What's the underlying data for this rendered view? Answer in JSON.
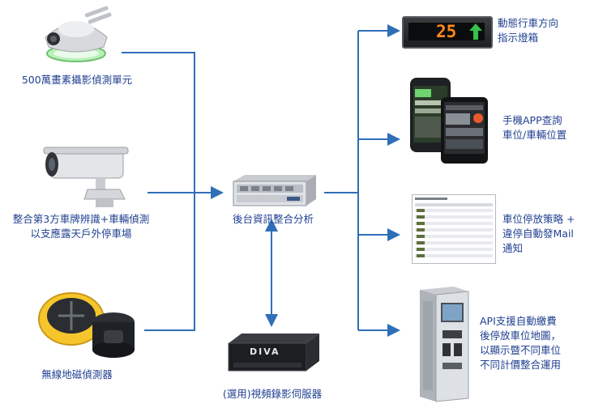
{
  "inputs": {
    "camera_5mp": "500萬畫素攝影偵測單元",
    "plate_recognition_line1": "整合第3方車牌辨識+車輛偵測",
    "plate_recognition_line2": "以支應露天戶外停車場",
    "wireless_sensor": "無線地磁偵測器"
  },
  "center": {
    "server": "後台資訊整合分析",
    "recorder": "(選用)視頻錄影伺服器",
    "recorder_brand": "DIVA"
  },
  "outputs": {
    "sign_line1": "動態行車方向",
    "sign_line2": "指示燈箱",
    "sign_display": "25",
    "app_line1": "手機APP查詢",
    "app_line2": "車位/車輛位置",
    "policy_line1": "車位停放策略 +",
    "policy_line2": "違停自動發Mail",
    "policy_line3": "通知",
    "kiosk_line1": "API支援自動繳費",
    "kiosk_line2": "後停放車位地圖，",
    "kiosk_line3": "以顯示暨不同車位",
    "kiosk_line4": "不同計價整合運用"
  },
  "colors": {
    "connector": "#2f6fb8",
    "label_text": "#1f3f8f",
    "sign_digits": "#ff8a1a",
    "sign_arrow": "#35c24a"
  }
}
